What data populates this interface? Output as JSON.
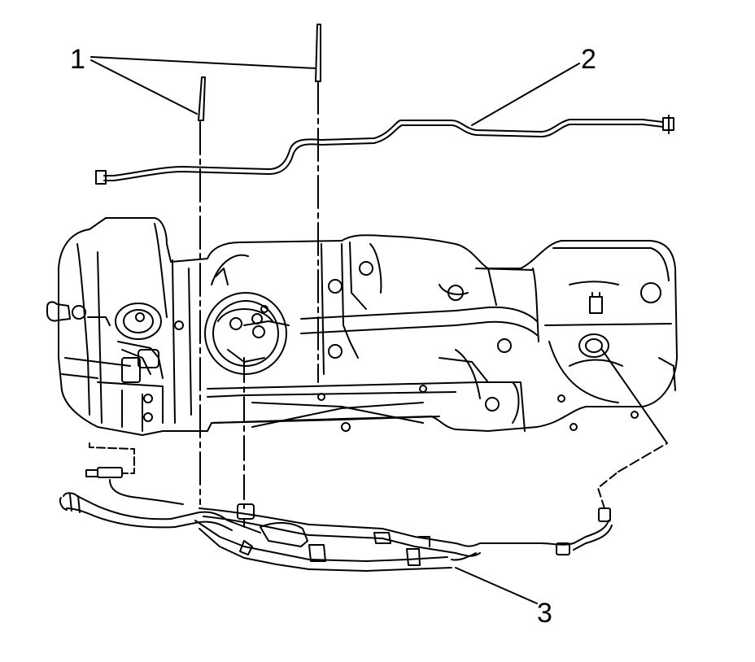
{
  "callouts": {
    "fuel_tank_vent_pipes": "1",
    "fuel_feed_line": "2",
    "fuel_tank_harness_and_lines": "3"
  },
  "colors": {
    "stroke": "#000000",
    "background": "#ffffff"
  }
}
